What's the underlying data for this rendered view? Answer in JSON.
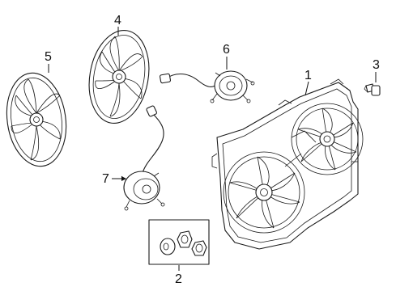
{
  "callouts": [
    {
      "id": "1",
      "label": "1"
    },
    {
      "id": "2",
      "label": "2"
    },
    {
      "id": "3",
      "label": "3"
    },
    {
      "id": "4",
      "label": "4"
    },
    {
      "id": "5",
      "label": "5"
    },
    {
      "id": "6",
      "label": "6"
    },
    {
      "id": "7",
      "label": "7"
    }
  ],
  "parts": [
    {
      "callout": "1",
      "icon": "fan-shroud-assembly"
    },
    {
      "callout": "2",
      "icon": "hardware-kit"
    },
    {
      "callout": "3",
      "icon": "bolt"
    },
    {
      "callout": "4",
      "icon": "fan-blade"
    },
    {
      "callout": "5",
      "icon": "fan-blade"
    },
    {
      "callout": "6",
      "icon": "fan-motor"
    },
    {
      "callout": "7",
      "icon": "fan-motor"
    }
  ]
}
